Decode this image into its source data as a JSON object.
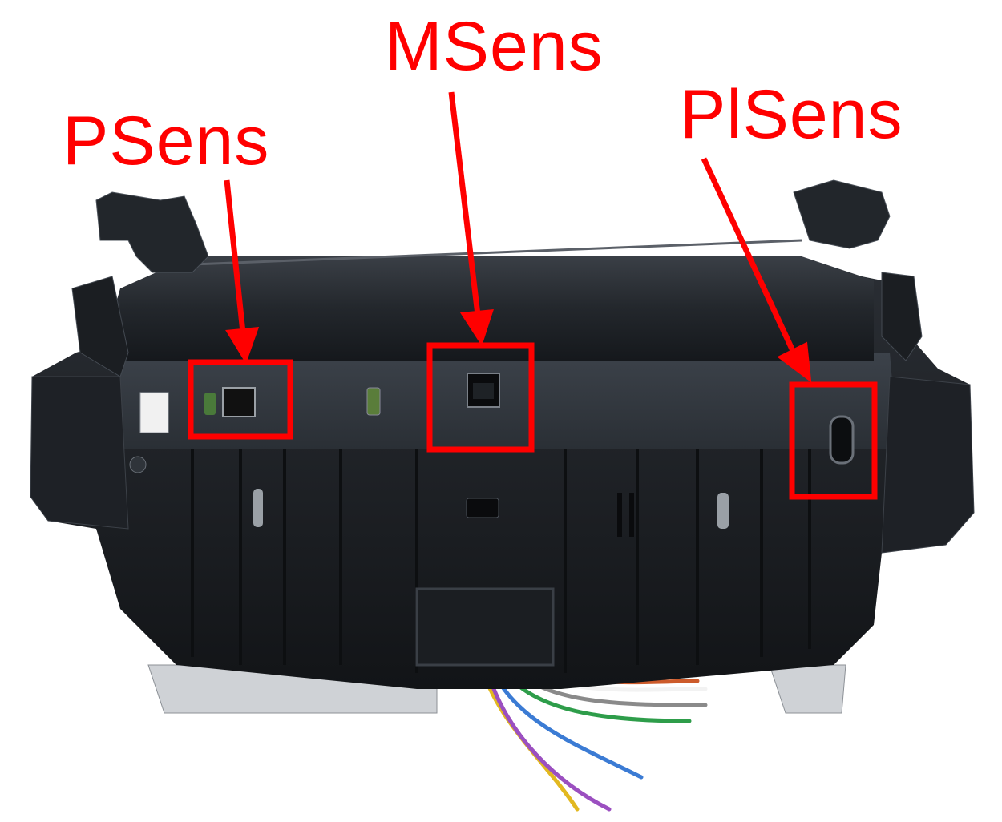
{
  "annotations": {
    "psens": "PSens",
    "msens": "MSens",
    "plsens": "PlSens"
  },
  "colors": {
    "annotation": "#ff0000",
    "device_body": "#1c1f24",
    "device_top": "#2a2e34",
    "background": "#ffffff"
  }
}
